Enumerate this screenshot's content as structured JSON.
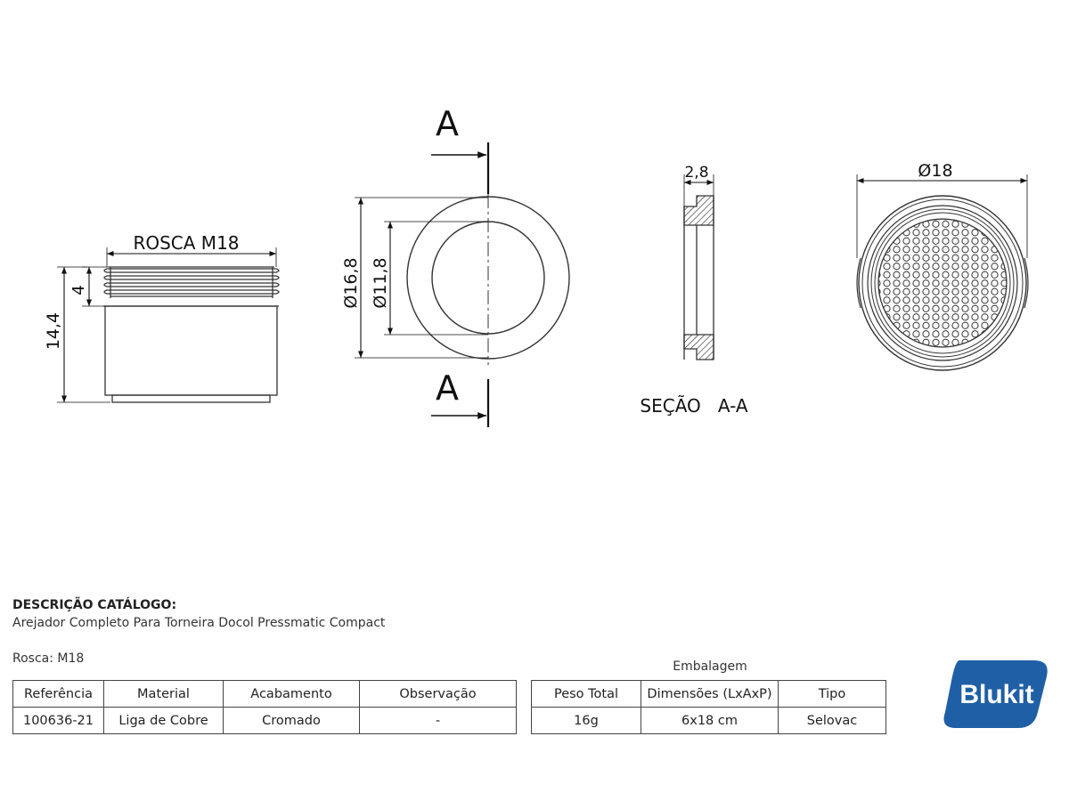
{
  "drawing": {
    "side_view": {
      "thread_label": "ROSCA M18",
      "height_total": "14,4",
      "thread_height": "4"
    },
    "front_view": {
      "section_marker_top": "A",
      "section_marker_bottom": "A",
      "outer_diameter": "Ø16,8",
      "inner_diameter": "Ø11,8"
    },
    "section_view": {
      "thickness": "2,8",
      "caption": "SEÇÃO   A-A"
    },
    "top_view": {
      "diameter": "Ø18"
    }
  },
  "catalog": {
    "title": "DESCRIÇÃO CATÁLOGO:",
    "description": "Arejador Completo Para Torneira Docol Pressmatic Compact",
    "thread": "Rosca: M18"
  },
  "product_table": {
    "headers": [
      "Referência",
      "Material",
      "Acabamento",
      "Observação"
    ],
    "row": [
      "100636-21",
      "Liga de Cobre",
      "Cromado",
      "-"
    ]
  },
  "packaging_table": {
    "title": "Embalagem",
    "headers": [
      "Peso Total",
      "Dimensões (LxAxP)",
      "Tipo"
    ],
    "row": [
      "16g",
      "6x18 cm",
      "Selovac"
    ]
  },
  "logo": {
    "text": "Blukit",
    "color": "#1f5fa6"
  }
}
